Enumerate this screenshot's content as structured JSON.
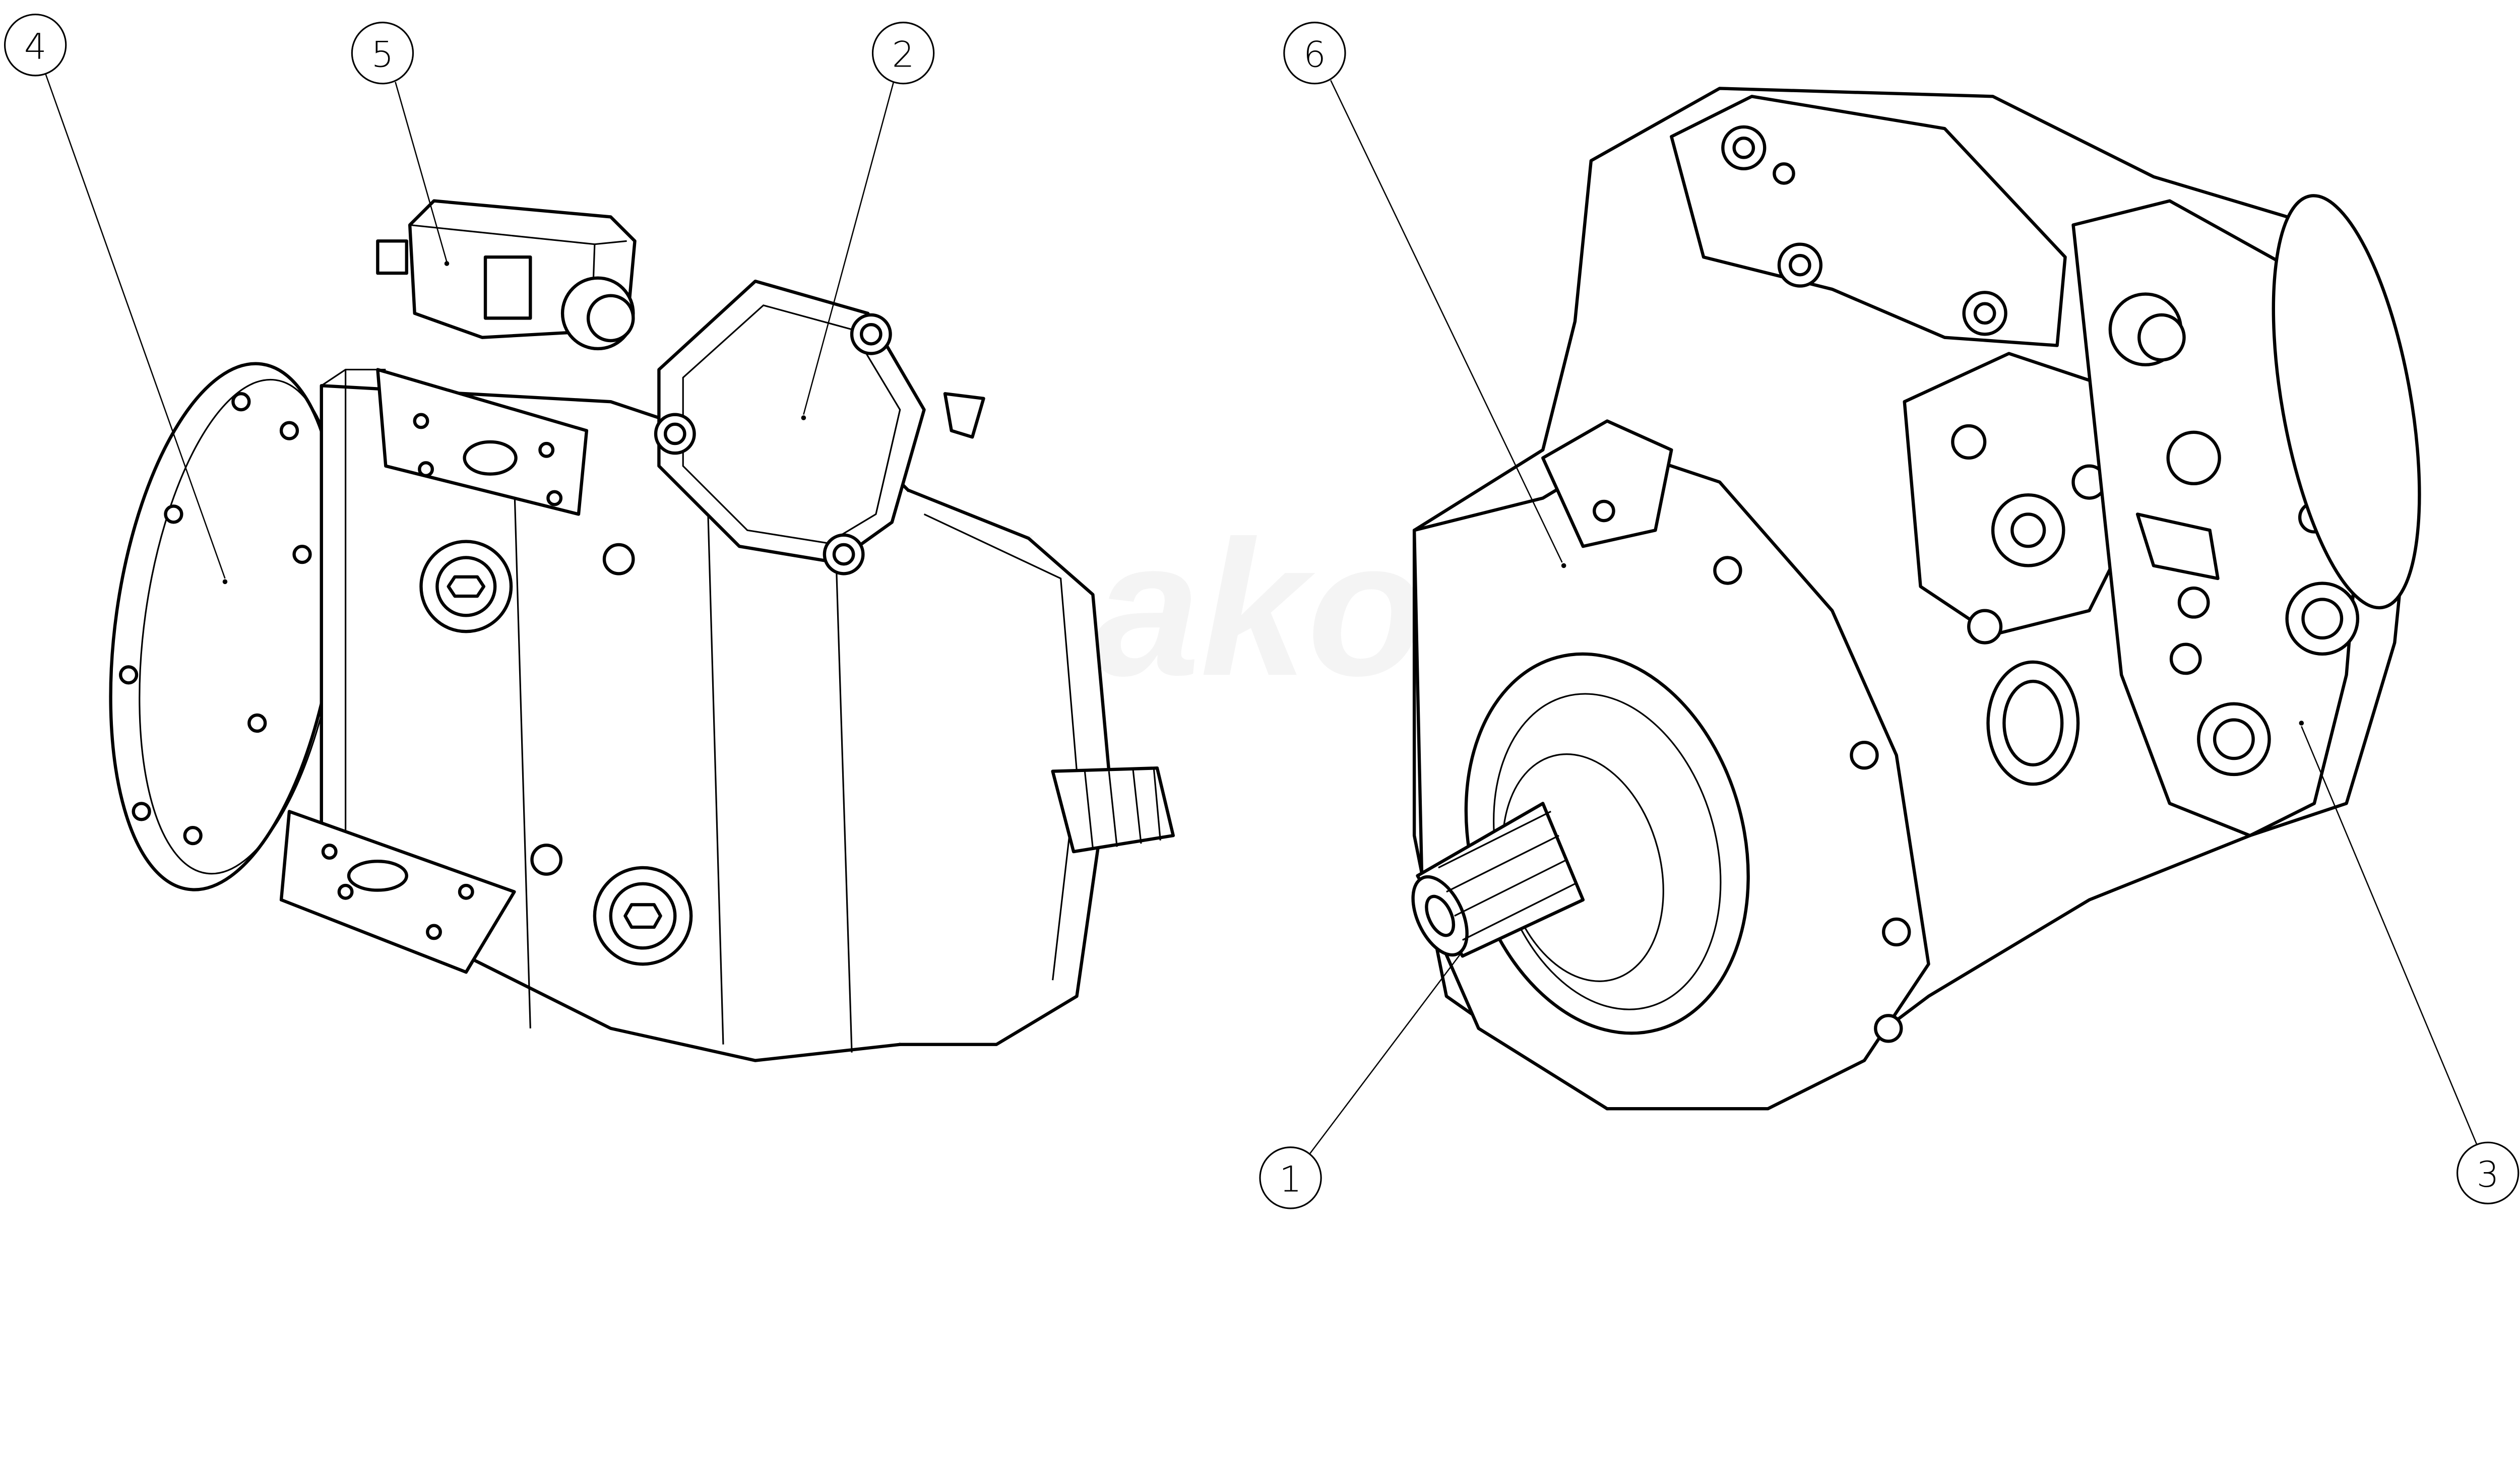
{
  "title": "Hydraulic pump assembly views with part callouts",
  "watermark": "wibakon",
  "callouts": [
    {
      "id": "4",
      "label": "4"
    },
    {
      "id": "5",
      "label": "5"
    },
    {
      "id": "2",
      "label": "2"
    },
    {
      "id": "6",
      "label": "6"
    },
    {
      "id": "1",
      "label": "1"
    },
    {
      "id": "3",
      "label": "3"
    }
  ]
}
